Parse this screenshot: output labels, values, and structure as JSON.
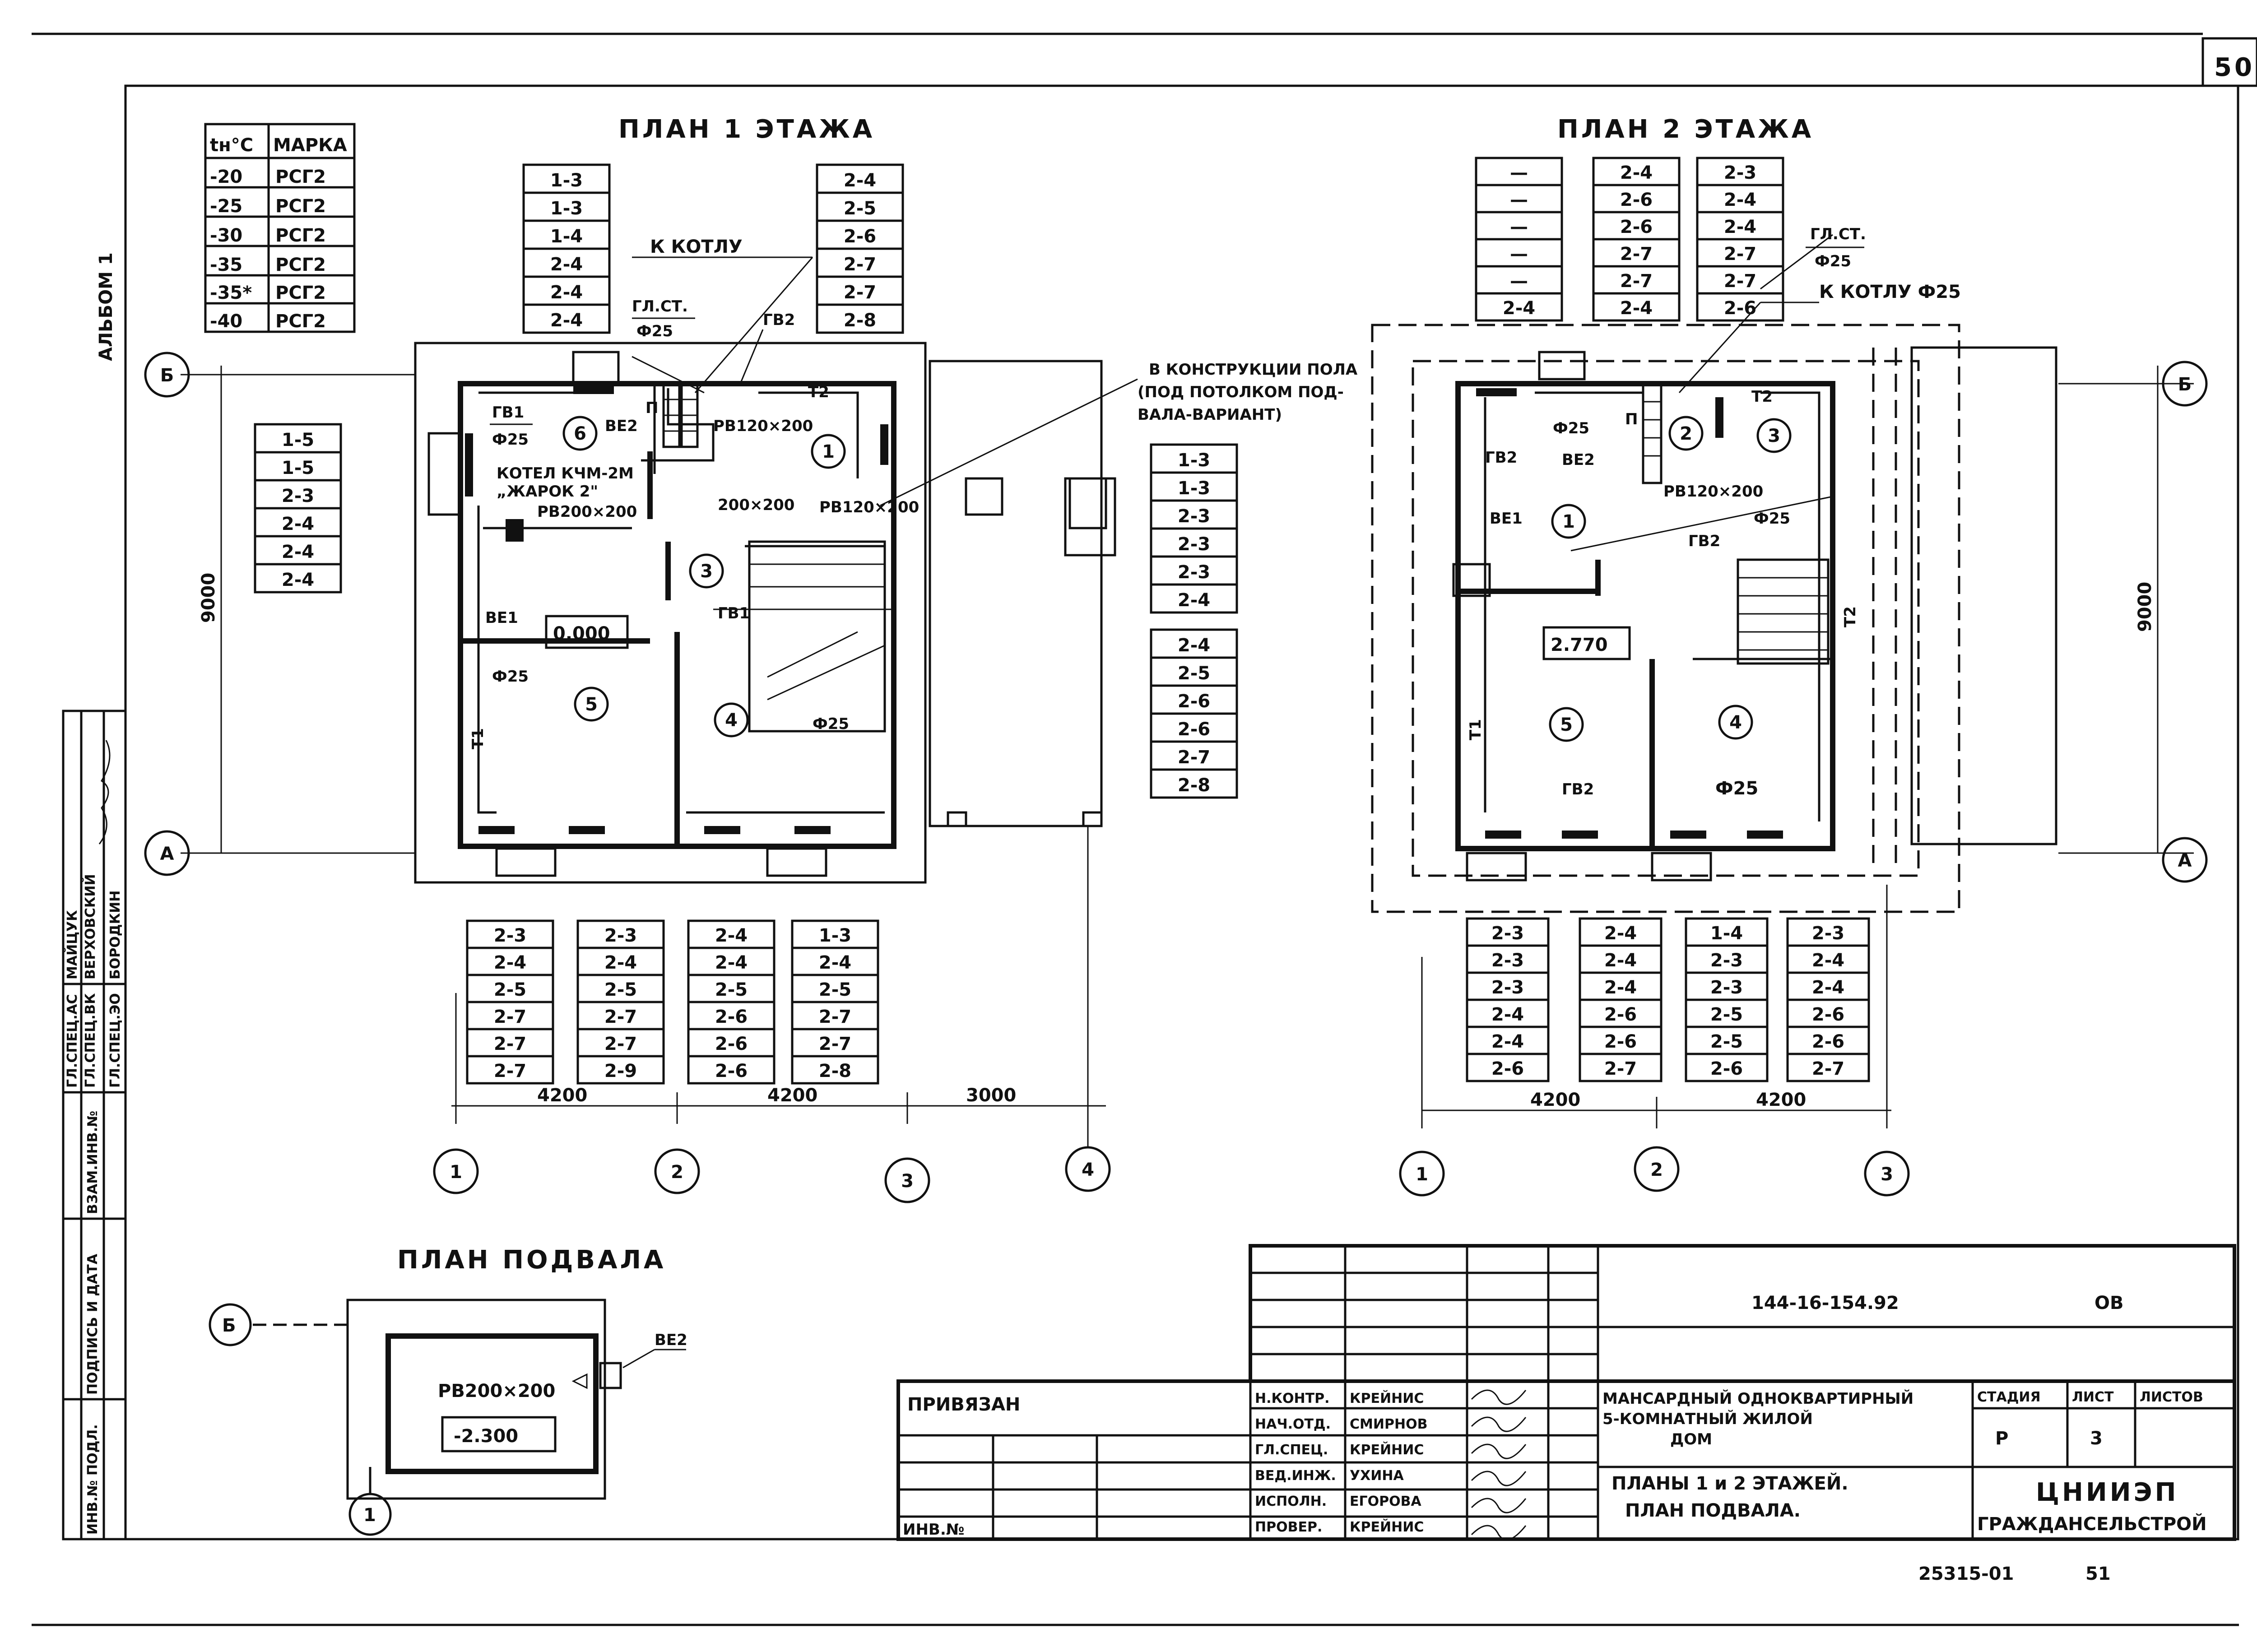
{
  "sheet_number": "50",
  "album": "АЛЬБОМ 1",
  "plan1_title": "ПЛАН 1 ЭТАЖА",
  "plan2_title": "ПЛАН 2 ЭТАЖА",
  "basement_title": "ПЛАН ПОДВАЛА",
  "temp_table": {
    "headers": [
      "tн°С",
      "МАРКА"
    ],
    "rows": [
      [
        "-20",
        "РСГ2"
      ],
      [
        "-25",
        "РСГ2"
      ],
      [
        "-30",
        "РСГ2"
      ],
      [
        "-35",
        "РСГ2"
      ],
      [
        "-35*",
        "РСГ2"
      ],
      [
        "-40",
        "РСГ2"
      ]
    ]
  },
  "plan1": {
    "labels": {
      "to_boiler": "К КОТЛУ",
      "riser_main": "ГЛ.СТ.",
      "riser_phi": "Ф25",
      "gv2_top": "ГВ2",
      "gv1_left": "ГВ1",
      "gv1_phi": "Ф25",
      "ve2": "ВЕ2",
      "p": "П",
      "rv_top": "РВ120×200",
      "t2": "Т2",
      "boiler_1": "КОТЕЛ КЧМ-2М",
      "boiler_2": "„ЖАРОК 2\"",
      "rv_boiler": "РВ200×200",
      "duct": "200×200",
      "rv_bottom": "РВ120×200",
      "ve1": "ВЕ1",
      "level": "0.000",
      "gv1_mid": "ГВ1",
      "phi_left": "Ф25",
      "phi_right": "Ф25",
      "t1": "Т1",
      "floor_note_1": "В КОНСТРУКЦИИ ПОЛА",
      "floor_note_2": "(ПОД ПОТОЛКОМ ПОД-",
      "floor_note_3": "ВАЛА-ВАРИАНТ)"
    },
    "rooms": [
      "1",
      "3",
      "4",
      "5",
      "6"
    ],
    "tables": {
      "top_a": [
        "1-3",
        "1-3",
        "1-4",
        "2-4",
        "2-4",
        "2-4"
      ],
      "top_b": [
        "2-4",
        "2-5",
        "2-6",
        "2-7",
        "2-7",
        "2-8"
      ],
      "left": [
        "1-5",
        "1-5",
        "2-3",
        "2-4",
        "2-4",
        "2-4"
      ],
      "right_a": [
        "1-3",
        "1-3",
        "2-3",
        "2-3",
        "2-3",
        "2-4"
      ],
      "right_b": [
        "2-4",
        "2-5",
        "2-6",
        "2-6",
        "2-7",
        "2-8"
      ],
      "bottom": [
        [
          "2-3",
          "2-4",
          "2-5",
          "2-7",
          "2-7",
          "2-7"
        ],
        [
          "2-3",
          "2-4",
          "2-5",
          "2-7",
          "2-7",
          "2-9"
        ],
        [
          "2-4",
          "2-4",
          "2-5",
          "2-6",
          "2-6",
          "2-6"
        ],
        [
          "1-3",
          "2-4",
          "2-5",
          "2-7",
          "2-7",
          "2-8"
        ]
      ]
    },
    "dims": {
      "v": "9000",
      "h1": "4200",
      "h2": "4200",
      "h3": "3000"
    },
    "axes_h": [
      "1",
      "2",
      "3",
      "4"
    ],
    "axes_v": [
      "Б",
      "А"
    ]
  },
  "plan2": {
    "labels": {
      "riser_main": "ГЛ.СТ.",
      "riser_phi": "Ф25",
      "to_boiler": "К КОТЛУ Ф25",
      "phi_top": "Ф25",
      "p": "П",
      "t2": "Т2",
      "gv2_left": "ГВ2",
      "ve2": "ВЕ2",
      "rv": "РВ120×200",
      "phi_mid": "Ф25",
      "gv2_mid": "ГВ2",
      "ve1": "ВЕ1",
      "level": "2.770",
      "t2_vert": "Т2",
      "t1": "Т1",
      "gv2_bottom": "ГВ2",
      "phi_bottom": "Ф25"
    },
    "rooms": [
      "1",
      "2",
      "3",
      "4",
      "5"
    ],
    "tables": {
      "top_a": [
        "—",
        "—",
        "—",
        "—",
        "—",
        "2-4"
      ],
      "top_b": [
        "2-4",
        "2-6",
        "2-6",
        "2-7",
        "2-7",
        "2-4"
      ],
      "top_c": [
        "2-3",
        "2-4",
        "2-4",
        "2-7",
        "2-7",
        "2-6"
      ],
      "bottom": [
        [
          "2-3",
          "2-3",
          "2-3",
          "2-4",
          "2-4",
          "2-6"
        ],
        [
          "2-4",
          "2-4",
          "2-4",
          "2-6",
          "2-6",
          "2-7"
        ],
        [
          "1-4",
          "2-3",
          "2-3",
          "2-5",
          "2-5",
          "2-6"
        ],
        [
          "2-3",
          "2-4",
          "2-4",
          "2-6",
          "2-6",
          "2-7"
        ]
      ]
    },
    "dims": {
      "v": "9000",
      "h1": "4200",
      "h2": "4200"
    },
    "axes_h": [
      "1",
      "2",
      "3"
    ],
    "axes_v": [
      "Б",
      "А"
    ]
  },
  "basement": {
    "ve2": "ВЕ2",
    "rv": "РВ200×200",
    "level": "-2.300",
    "axis_v": "Б",
    "axis_h": "1"
  },
  "stamp": {
    "code": "144-16-154.92",
    "mark": "ОВ",
    "title_1": "МАНСАРДНЫЙ ОДНОКВАРТИРНЫЙ",
    "title_2": "5-КОМНАТНЫЙ ЖИЛОЙ",
    "title_3": "ДОМ",
    "sheet_title_1": "ПЛАНЫ 1 и 2 ЭТАЖЕЙ.",
    "sheet_title_2": "ПЛАН ПОДВАЛА.",
    "stage_h": "СТАДИЯ",
    "sheet_h": "ЛИСТ",
    "sheets_h": "ЛИСТОВ",
    "stage": "Р",
    "sheet": "3",
    "org_1": "ЦНИИЭП",
    "org_2": "ГРАЖДАНСЕЛЬСТРОЙ",
    "bound": "ПРИВЯЗАН",
    "inv": "ИНВ.№",
    "roles": [
      [
        "Н.КОНТР.",
        "КРЕЙНИС"
      ],
      [
        "НАЧ.ОТД.",
        "СМИРНОВ"
      ],
      [
        "ГЛ.СПЕЦ.",
        "КРЕЙНИС"
      ],
      [
        "ВЕД.ИНЖ.",
        "УХИНА"
      ],
      [
        "ИСПОЛН.",
        "ЕГОРОВА"
      ],
      [
        "ПРОВЕР.",
        "КРЕЙНИС"
      ]
    ],
    "left_roles": [
      [
        "ГЛ.СПЕЦ.ЭО",
        "БОРОДКИН"
      ],
      [
        "ГЛ.СПЕЦ.ВК",
        "ВЕРХОВСКИЙ"
      ],
      [
        "ГЛ.СПЕЦ.АС",
        "МАЙЦУК"
      ]
    ],
    "left_fields": [
      "ИНВ.№ ПОДЛ.",
      "ПОДПИСЬ И ДАТА",
      "ВЗАМ.ИНВ.№"
    ],
    "bottom_code": "25315-01",
    "bottom_num": "51"
  }
}
